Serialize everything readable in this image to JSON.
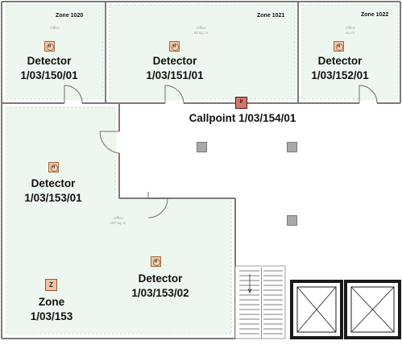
{
  "zones": {
    "z1020": "Zone 1020",
    "z1021": "Zone 1021",
    "z1022": "Zone 1022"
  },
  "rooms": {
    "r1020": {
      "type": "Office"
    },
    "r1021": {
      "type": "Office",
      "area": "50 sq. m."
    },
    "r1022": {
      "type": "Office",
      "area": "sq. m."
    },
    "r153": {
      "type": "Office",
      "area": "107 sq. m."
    }
  },
  "detectors": [
    {
      "glyph": "H",
      "line1": "Detector",
      "line2": "1/03/150/01"
    },
    {
      "glyph": "H",
      "line1": "Detector",
      "line2": "1/03/151/01"
    },
    {
      "glyph": "H",
      "line1": "Detector",
      "line2": "1/03/152/01"
    },
    {
      "glyph": "H",
      "line1": "Detector",
      "line2": "1/03/153/01"
    },
    {
      "glyph": "H",
      "line1": "Detector",
      "line2": "1/03/153/02"
    }
  ],
  "callpoint": {
    "glyph": "P",
    "label": "Callpoint 1/03/154/01"
  },
  "zone_marker": {
    "glyph": "Z",
    "line1": "Zone",
    "line2": "1/03/153"
  },
  "colors": {
    "wall": "#7a7a7a",
    "zone_fill": "#eef7ef",
    "zone_border": "#cfe8d2",
    "detector": "#f3c4a0",
    "callpoint": "#d6756f",
    "column": "#a9a9a9",
    "lift_shaft": "#1a1a1a"
  }
}
